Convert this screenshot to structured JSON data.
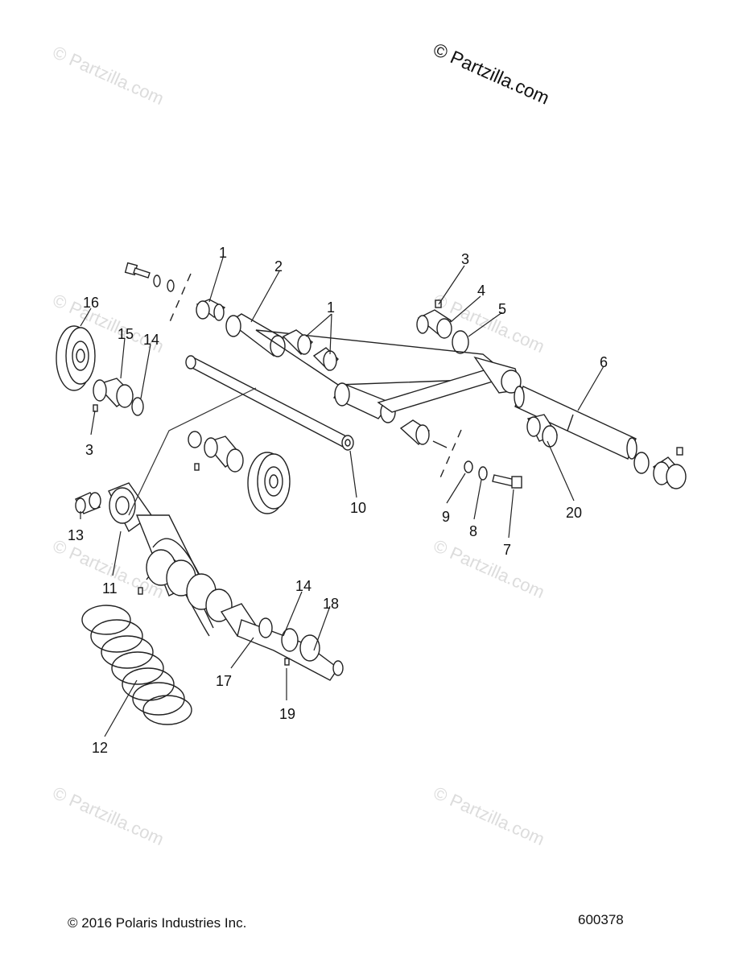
{
  "watermark": {
    "main": "© Partzilla.com",
    "faint": "© Partzilla.com"
  },
  "callouts": [
    {
      "id": "c1a",
      "text": "1"
    },
    {
      "id": "c2",
      "text": "2"
    },
    {
      "id": "c1b",
      "text": "1"
    },
    {
      "id": "c3a",
      "text": "3"
    },
    {
      "id": "c4",
      "text": "4"
    },
    {
      "id": "c5",
      "text": "5"
    },
    {
      "id": "c6",
      "text": "6"
    },
    {
      "id": "c16",
      "text": "16"
    },
    {
      "id": "c15",
      "text": "15"
    },
    {
      "id": "c14a",
      "text": "14"
    },
    {
      "id": "c3b",
      "text": "3"
    },
    {
      "id": "c10",
      "text": "10"
    },
    {
      "id": "c9",
      "text": "9"
    },
    {
      "id": "c8",
      "text": "8"
    },
    {
      "id": "c7",
      "text": "7"
    },
    {
      "id": "c20",
      "text": "20"
    },
    {
      "id": "c13",
      "text": "13"
    },
    {
      "id": "c11",
      "text": "11"
    },
    {
      "id": "c14b",
      "text": "14"
    },
    {
      "id": "c18",
      "text": "18"
    },
    {
      "id": "c17",
      "text": "17"
    },
    {
      "id": "c19",
      "text": "19"
    },
    {
      "id": "c12",
      "text": "12"
    }
  ],
  "footer": {
    "copyright": "© 2016 Polaris Industries Inc.",
    "diagram_number": "600378"
  }
}
